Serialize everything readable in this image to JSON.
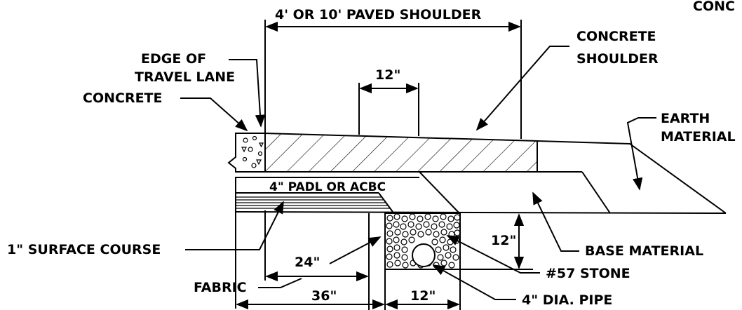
{
  "labels": {
    "paved_shoulder": "4' OR 10' PAVED SHOULDER",
    "top_right_cut": "CONC",
    "concrete_shoulder_1": "CONCRETE",
    "concrete_shoulder_2": "SHOULDER",
    "edge_1": "EDGE OF",
    "edge_2": "TRAVEL LANE",
    "concrete": "CONCRETE",
    "dim_12_top": "12\"",
    "earth_1": "EARTH",
    "earth_2": "MATERIAL",
    "padl": "4\" PADL OR ACBC",
    "surface_course": "1\" SURFACE COURSE",
    "dim_12_right": "12\"",
    "base_material": "BASE MATERIAL",
    "dim_24": "24\"",
    "stone": "#57 STONE",
    "fabric": "FABRIC",
    "dim_36": "36\"",
    "dim_12_bottom": "12\"",
    "pipe": "4\" DIA. PIPE"
  }
}
